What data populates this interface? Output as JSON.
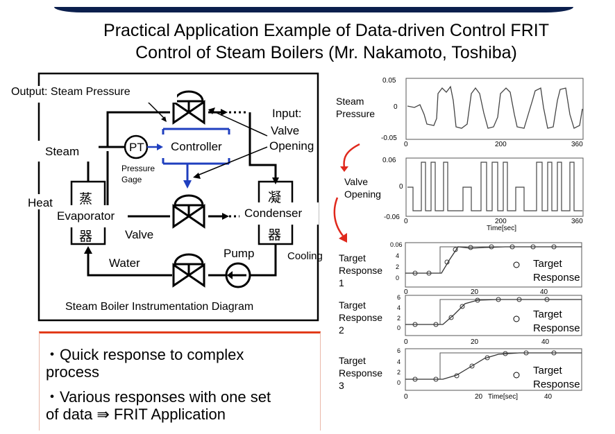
{
  "title": {
    "line1": "Practical Application Example of Data-driven Control FRIT",
    "line2": "Control of Steam Boilers (Mr. Nakamoto, Toshiba)"
  },
  "diagram": {
    "caption": "Steam Boiler Instrumentation Diagram",
    "output_label": "Output: Steam Pressure",
    "input_label_1": "Input:",
    "input_label_2": "Valve",
    "input_label_3": "Opening",
    "steam": "Steam",
    "pt": "PT",
    "controller": "Controller",
    "pressure_gage_1": "Pressure",
    "pressure_gage_2": "Gage",
    "heat": "Heat",
    "evaporator": "Evaporator",
    "evaporator_kanji_top": "蒸",
    "evaporator_kanji_bottom": "器",
    "condenser": "Condenser",
    "condenser_kanji_top": "凝",
    "condenser_kanji_bottom": "器",
    "valve": "Valve",
    "pump": "Pump",
    "water": "Water",
    "cooling": "Cooling"
  },
  "bullets": [
    "・Quick response to complex",
    "process",
    "・Various responses with one set",
    "of data ⇛ FRIT Application"
  ],
  "right": {
    "steam_pressure_1": "Steam",
    "steam_pressure_2": "Pressure",
    "valve_opening_1": "Valve",
    "valve_opening_2": "Opening",
    "tr1_1": "Target",
    "tr1_2": "Response",
    "tr1_3": "1",
    "tr2_1": "Target",
    "tr2_2": "Response",
    "tr2_3": "2",
    "tr3_1": "Target",
    "tr3_2": "Response",
    "tr3_3": "3",
    "legend_1": "Target",
    "legend_2": "Response"
  },
  "charts": {
    "steam": {
      "y_ticks": [
        "0.05",
        "0",
        "-0.05"
      ],
      "x_ticks": [
        "0",
        "200",
        "360"
      ]
    },
    "valve": {
      "y_ticks": [
        "0.06",
        "0",
        "-0.06"
      ],
      "x_ticks": [
        "0",
        "200",
        "360"
      ],
      "xlabel": "Time[sec]"
    },
    "tr1": {
      "y_ticks": [
        "0.06",
        "4",
        "2",
        "0"
      ],
      "x_ticks": [
        "0",
        "20",
        "40"
      ]
    },
    "tr2": {
      "y_ticks": [
        "6",
        "4",
        "2",
        "0"
      ],
      "x_ticks": [
        "0",
        "20",
        "40"
      ]
    },
    "tr3": {
      "y_ticks": [
        "6",
        "4",
        "2",
        "0"
      ],
      "x_ticks": [
        "0",
        "20",
        "40"
      ],
      "xlabel": "Time[sec]"
    }
  },
  "colors": {
    "title_bar": "#0b1f4d",
    "signal_blue": "#1f3fbf",
    "bullet_border": "#e23b19",
    "arrow_red": "#e0281c"
  }
}
